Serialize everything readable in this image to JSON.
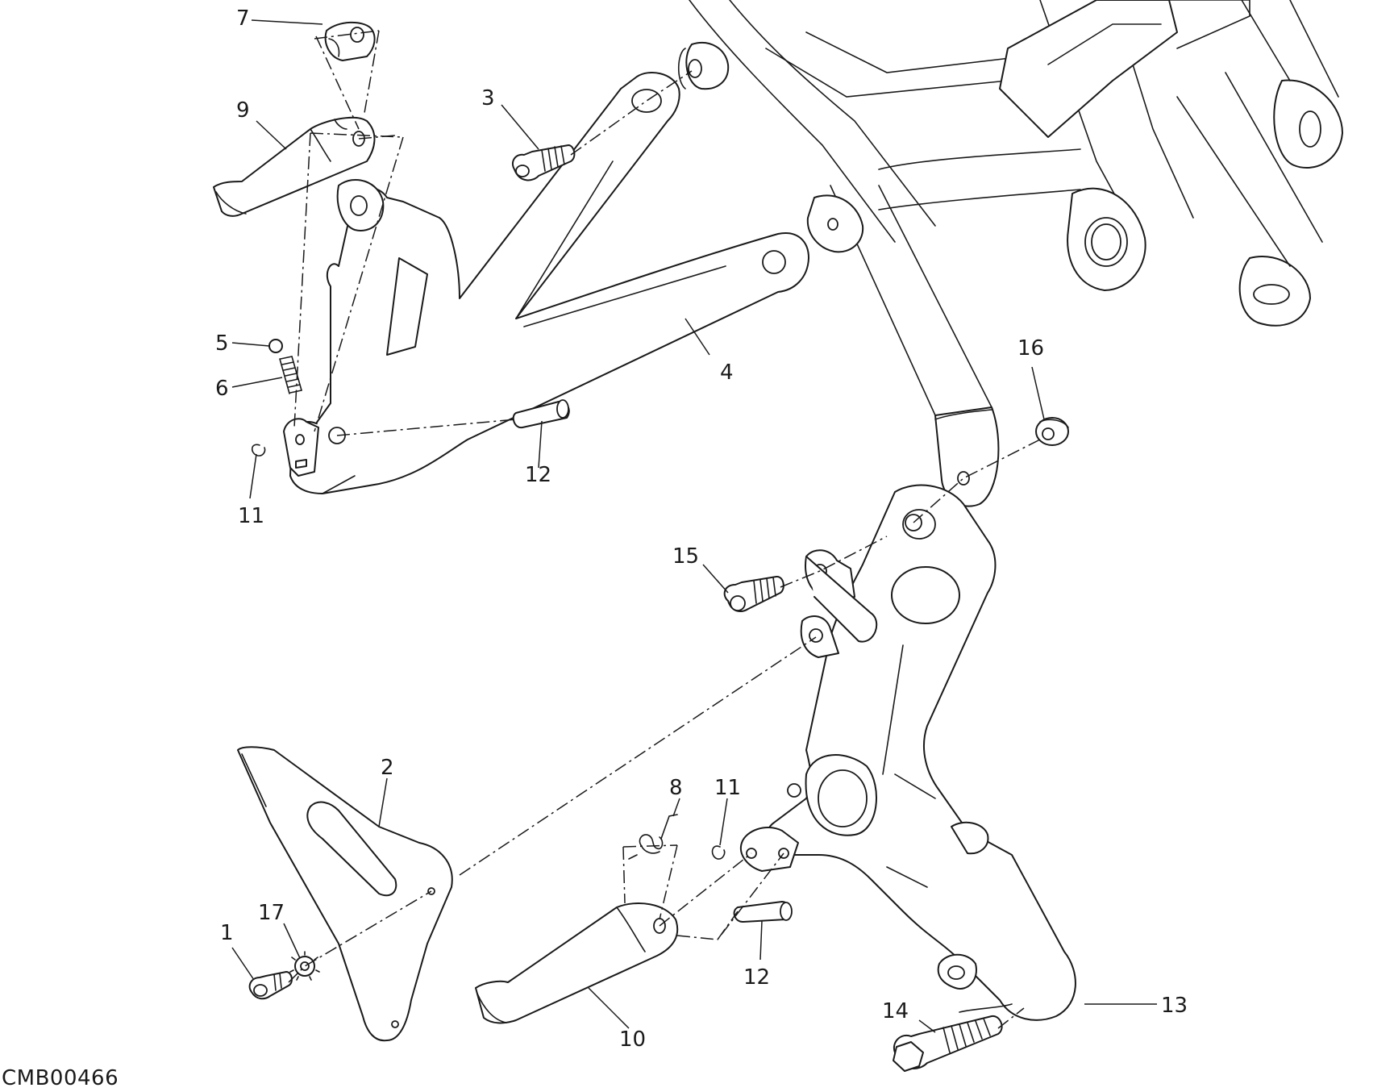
{
  "drawing_code": "CMB00466",
  "callouts": {
    "c1": "1",
    "c2": "2",
    "c3": "3",
    "c4": "4",
    "c5": "5",
    "c6": "6",
    "c7": "7",
    "c8": "8",
    "c9": "9",
    "c10": "10",
    "c11a": "11",
    "c11b": "11",
    "c12a": "12",
    "c12b": "12",
    "c13": "13",
    "c14": "14",
    "c15": "15",
    "c16": "16",
    "c17": "17"
  }
}
